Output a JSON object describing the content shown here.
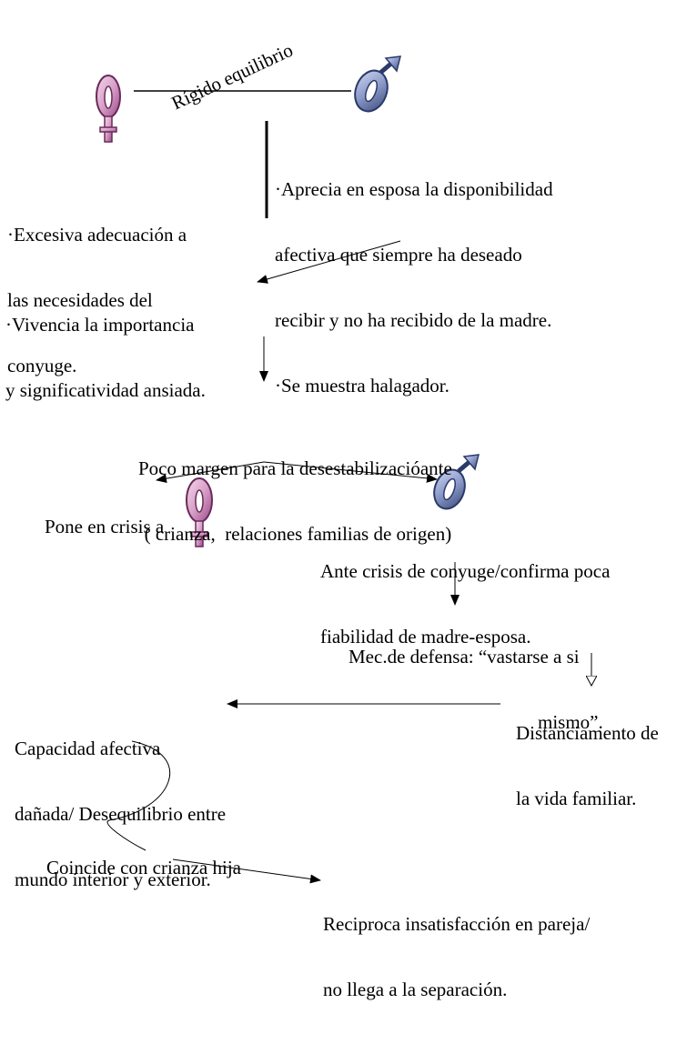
{
  "colors": {
    "female_symbol": "#d8a0c8",
    "female_symbol_dark": "#b06aa0",
    "male_symbol": "#8a98c8",
    "male_symbol_dark": "#4a5a8a",
    "line": "#000000"
  },
  "icons": {
    "female": "female-symbol-icon",
    "male": "male-symbol-icon"
  },
  "labels": {
    "rigido_equilibrio": "Rígido equilibrio",
    "male_traits": [
      "·Aprecia en esposa la disponibilidad",
      "afectiva que siempre ha deseado",
      "recibir y no ha recibido de la madre.",
      "·Se muestra halagador."
    ],
    "female_traits": [
      "·Excesiva adecuación a",
      "las necesidades del",
      "conyuge."
    ],
    "vivencia": [
      "·Vivencia la importancia",
      "y significatividad ansiada."
    ],
    "poco_margen": [
      "Poco margen para la desestabilizacióante",
      "( crianza,  relaciones familias de origen)"
    ],
    "pone_en_crisis": "Pone en crisis a",
    "ante_crisis": [
      "Ante crisis de conyuge/confirma poca",
      "fiabilidad de madre-esposa."
    ],
    "mecanismo": [
      "Mec.de defensa: “vastarse a si",
      "mismo”."
    ],
    "distanciamiento": [
      "Distanciamento de",
      "la vida familiar."
    ],
    "capacidad": [
      "Capacidad afectiva",
      "dañada/ Desequilibrio entre",
      "mundo interior y exterior."
    ],
    "coincide": "Coincide con crianza hija",
    "reciproca": [
      "Reciproca insatisfacción en pareja/",
      "no llega a la separación."
    ]
  }
}
